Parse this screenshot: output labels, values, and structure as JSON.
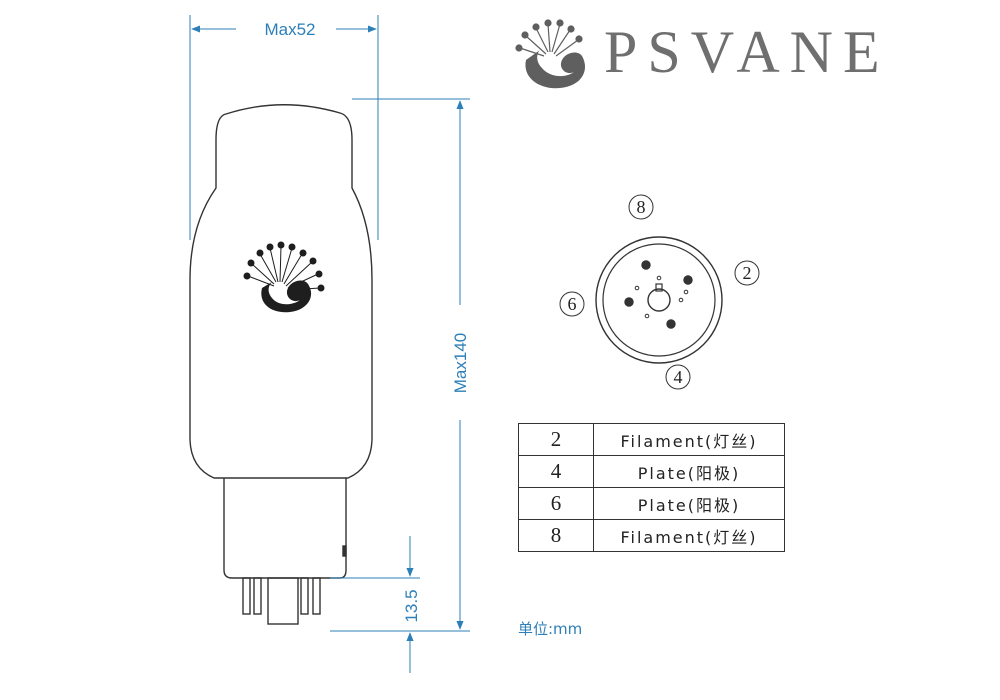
{
  "brand": {
    "name": "PSVANE"
  },
  "dimensions": {
    "width_label": "Max52",
    "height_label": "Max140",
    "pin_length_label": "13.5"
  },
  "socket": {
    "pin_labels": [
      "8",
      "2",
      "6",
      "4"
    ]
  },
  "pin_table": {
    "rows": [
      {
        "pin": "2",
        "function": "Filament(灯丝)"
      },
      {
        "pin": "4",
        "function": "Plate(阳极)"
      },
      {
        "pin": "6",
        "function": "Plate(阳极)"
      },
      {
        "pin": "8",
        "function": "Filament(灯丝)"
      }
    ]
  },
  "unit_note": "单位:mm",
  "colors": {
    "dimension_lines": "#2d7fb8",
    "outline": "#333333",
    "logo": "#5f5f5f"
  }
}
